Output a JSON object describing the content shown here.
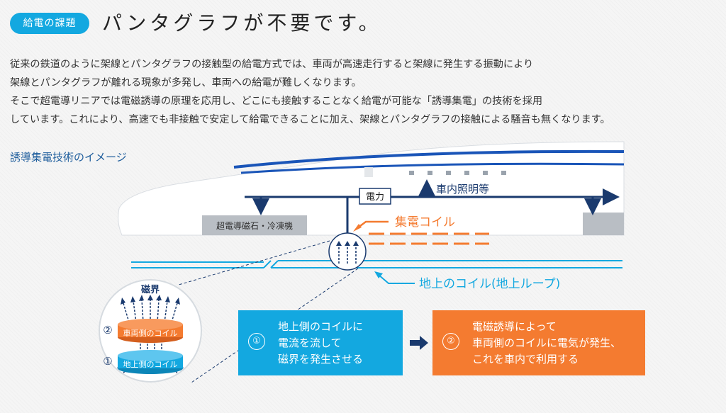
{
  "badge": "給電の課題",
  "headline": "パンタグラフが不要です。",
  "paragraph": [
    "従来の鉄道のように架線とパンタグラフの接触型の給電方式では、車両が高速走行すると架線に発生する振動により",
    "架線とパンタグラフが離れる現象が多発し、車両への給電が難しくなります。",
    "そこで超電導リニアでは電磁誘導の原理を応用し、どこにも接触することなく給電が可能な「誘導集電」の技術を採用",
    "しています。これにより、高速でも非接触で安定して給電できることに加え、架線とパンタグラフの接触による騒音も無くなります。"
  ],
  "image_label": "誘導集電技術のイメージ",
  "diagram": {
    "power_label": "電力",
    "lighting_label": "車内照明等",
    "magnet_label": "超電導磁石・冷凍機",
    "collector_coil_label": "集電コイル",
    "ground_coil_label": "地上のコイル(地上ループ)",
    "magnetic_field_label": "磁界",
    "vehicle_coil_label": "車両側のコイル",
    "ground_side_coil_label": "地上側のコイル",
    "num1": "①",
    "num2": "②"
  },
  "step1": {
    "number": "①",
    "lines": [
      "地上側のコイルに",
      "電流を流して",
      "磁界を発生させる"
    ]
  },
  "step2": {
    "number": "②",
    "lines": [
      "電磁誘導によって",
      "車両側のコイルに電気が発生、",
      "これを車内で利用する"
    ]
  },
  "colors": {
    "accent_blue": "#13a8e0",
    "dark_blue": "#1e5d9c",
    "navy": "#1a3a6e",
    "orange": "#f47b30",
    "train_stripe": "#1a55b8"
  }
}
